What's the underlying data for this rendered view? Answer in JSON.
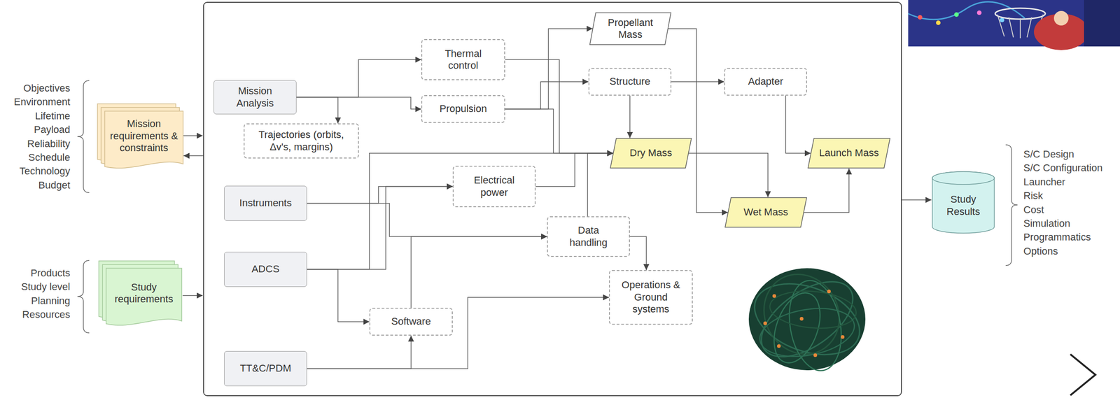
{
  "diagram": {
    "nodes": [
      {
        "text": [
          "Mission requirements & constraints"
        ]
      },
      {
        "text": [
          "Study requirements"
        ]
      },
      {
        "text": [
          "Mission Analysis"
        ]
      },
      {
        "text": [
          "Trajectories (orbits, Δv's, margins)"
        ]
      },
      {
        "text": [
          "Thermal control"
        ]
      },
      {
        "text": [
          "Propulsion"
        ]
      },
      {
        "text": [
          "Propellant Mass"
        ]
      },
      {
        "text": [
          "Structure"
        ]
      },
      {
        "text": [
          "Adapter"
        ]
      },
      {
        "text": [
          "Dry Mass"
        ]
      },
      {
        "text": [
          "Launch Mass"
        ]
      },
      {
        "text": [
          "Instruments"
        ]
      },
      {
        "text": [
          "Electrical power"
        ]
      },
      {
        "text": [
          "Wet Mass"
        ]
      },
      {
        "text": [
          "ADCS"
        ]
      },
      {
        "text": [
          "Data handling"
        ]
      },
      {
        "text": [
          "Operations & Ground systems"
        ]
      },
      {
        "text": [
          "Software"
        ]
      },
      {
        "text": [
          "TT&C/PDM"
        ]
      },
      {
        "text": [
          "Study Results"
        ]
      }
    ],
    "edges": [
      {
        "from": 2,
        "to": 4,
        "arrow": "to"
      },
      {
        "from": 2,
        "to": 5,
        "arrow": "to"
      },
      {
        "from": 2,
        "to": 3,
        "arrow": "to"
      },
      {
        "from": 4,
        "to": 9,
        "arrow": "to"
      },
      {
        "from": 5,
        "to": 6,
        "arrow": "to"
      },
      {
        "from": 5,
        "to": 7,
        "arrow": "to"
      },
      {
        "from": 5,
        "to": 9,
        "arrow": "to"
      },
      {
        "from": 6,
        "to": 13,
        "arrow": "to"
      },
      {
        "from": 7,
        "to": 8,
        "arrow": "to"
      },
      {
        "from": 7,
        "to": 9,
        "arrow": "to"
      },
      {
        "from": 8,
        "to": 10,
        "arrow": "to"
      },
      {
        "from": 9,
        "to": 13,
        "arrow": "to"
      },
      {
        "from": 13,
        "to": 10,
        "arrow": "to"
      },
      {
        "from": 11,
        "to": 12,
        "arrow": "to"
      },
      {
        "from": 11,
        "to": 15,
        "arrow": "to"
      },
      {
        "from": 14,
        "to": 9,
        "arrow": "to"
      },
      {
        "from": 14,
        "to": 12,
        "arrow": "to"
      },
      {
        "from": 14,
        "to": 17,
        "arrow": "to"
      },
      {
        "from": 12,
        "to": 9,
        "arrow": "to"
      },
      {
        "from": 15,
        "to": 9,
        "arrow": "to"
      },
      {
        "from": 15,
        "to": 16,
        "arrow": "to"
      },
      {
        "from": 17,
        "to": 15,
        "arrow": "to"
      },
      {
        "from": 18,
        "to": 17,
        "arrow": "to"
      },
      {
        "from": 18,
        "to": 16,
        "arrow": "to"
      }
    ],
    "labels": [
      "Objectives",
      "Environment",
      "Lifetime",
      "Payload",
      "Reliability",
      "Schedule",
      "Technology",
      "Budget",
      "Products",
      "Study level",
      "Planning",
      "Resources",
      "S/C Design",
      "S/C Configuration",
      "Launcher",
      "Risk",
      "Cost",
      "Simulation",
      "Programmatics",
      "Options"
    ]
  }
}
